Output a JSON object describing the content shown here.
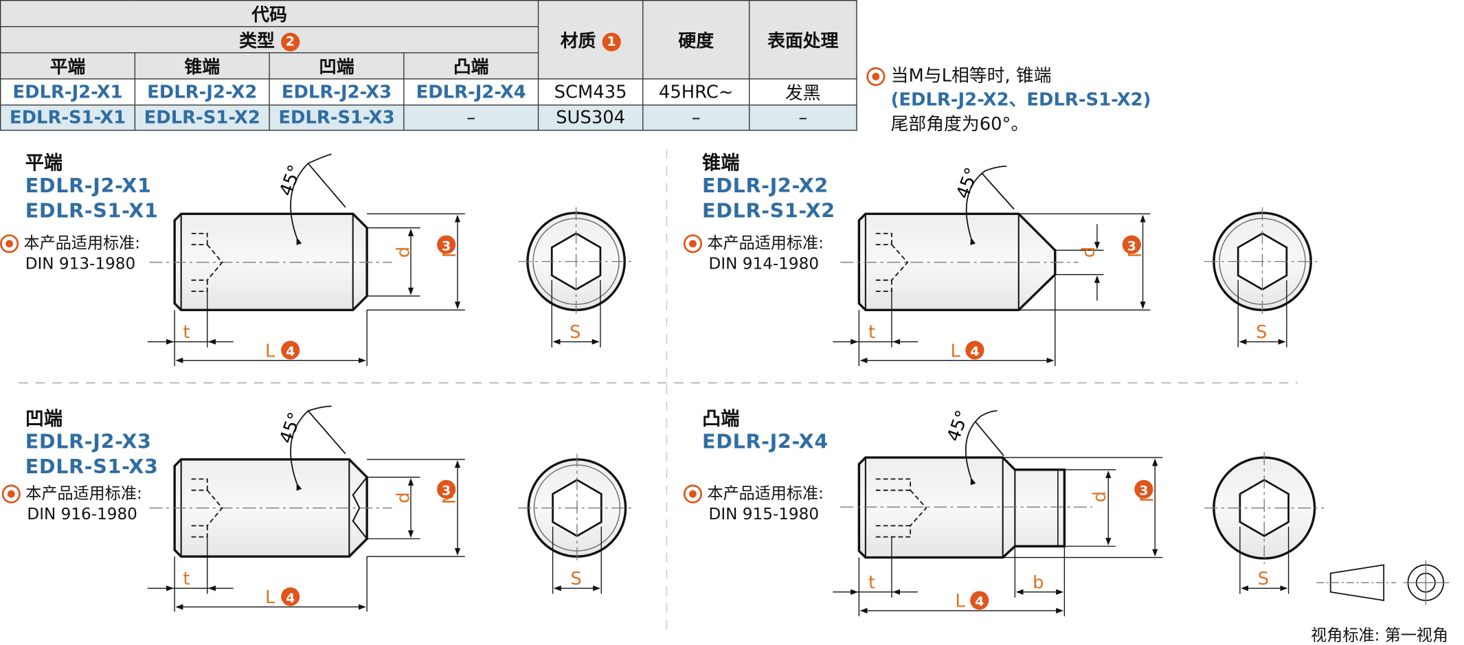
{
  "table": {
    "header_code": "代码",
    "header_type": "类型",
    "header_type_badge": "2",
    "header_material": "材质",
    "header_material_badge": "1",
    "header_hardness": "硬度",
    "header_surface": "表面处理",
    "col_flat": "平端",
    "col_cone": "锥端",
    "col_cup": "凹端",
    "col_dog": "凸端",
    "row1": {
      "flat": "EDLR-J2-X1",
      "cone": "EDLR-J2-X2",
      "cup": "EDLR-J2-X3",
      "dog": "EDLR-J2-X4",
      "material": "SCM435",
      "hardness": "45HRC~",
      "surface": "发黑"
    },
    "row2": {
      "flat": "EDLR-S1-X1",
      "cone": "EDLR-S1-X2",
      "cup": "EDLR-S1-X3",
      "dog": "–",
      "material": "SUS304",
      "hardness": "–",
      "surface": "–"
    }
  },
  "note": {
    "line1": "当M与L相等时, 锥端",
    "line2": "(EDLR-J2-X2、EDLR-S1-X2)",
    "line3": "尾部角度为60°。"
  },
  "panels": {
    "flat": {
      "title": "平端",
      "code1": "EDLR-J2-X1",
      "code2": "EDLR-S1-X1",
      "std_label": "本产品适用标准:",
      "std": "DIN 913-1980"
    },
    "cone": {
      "title": "锥端",
      "code1": "EDLR-J2-X2",
      "code2": "EDLR-S1-X2",
      "std_label": "本产品适用标准:",
      "std": "DIN 914-1980"
    },
    "cup": {
      "title": "凹端",
      "code1": "EDLR-J2-X3",
      "code2": "EDLR-S1-X3",
      "std_label": "本产品适用标准:",
      "std": "DIN 916-1980"
    },
    "dog": {
      "title": "凸端",
      "code1": "EDLR-J2-X4",
      "std_label": "本产品适用标准:",
      "std": "DIN 915-1980"
    }
  },
  "dims": {
    "angle": "45°",
    "d": "d",
    "M": "M",
    "M_badge": "3",
    "L": "L",
    "L_badge": "4",
    "t": "t",
    "S": "S",
    "b": "b"
  },
  "view_standard": "视角标准: 第一视角",
  "colors": {
    "code_blue": "#2f6da3",
    "accent_orange": "#e0551b",
    "dim_orange": "#e07020",
    "header_gray": "#e4e4e4",
    "row_tint": "#dce9ee"
  }
}
